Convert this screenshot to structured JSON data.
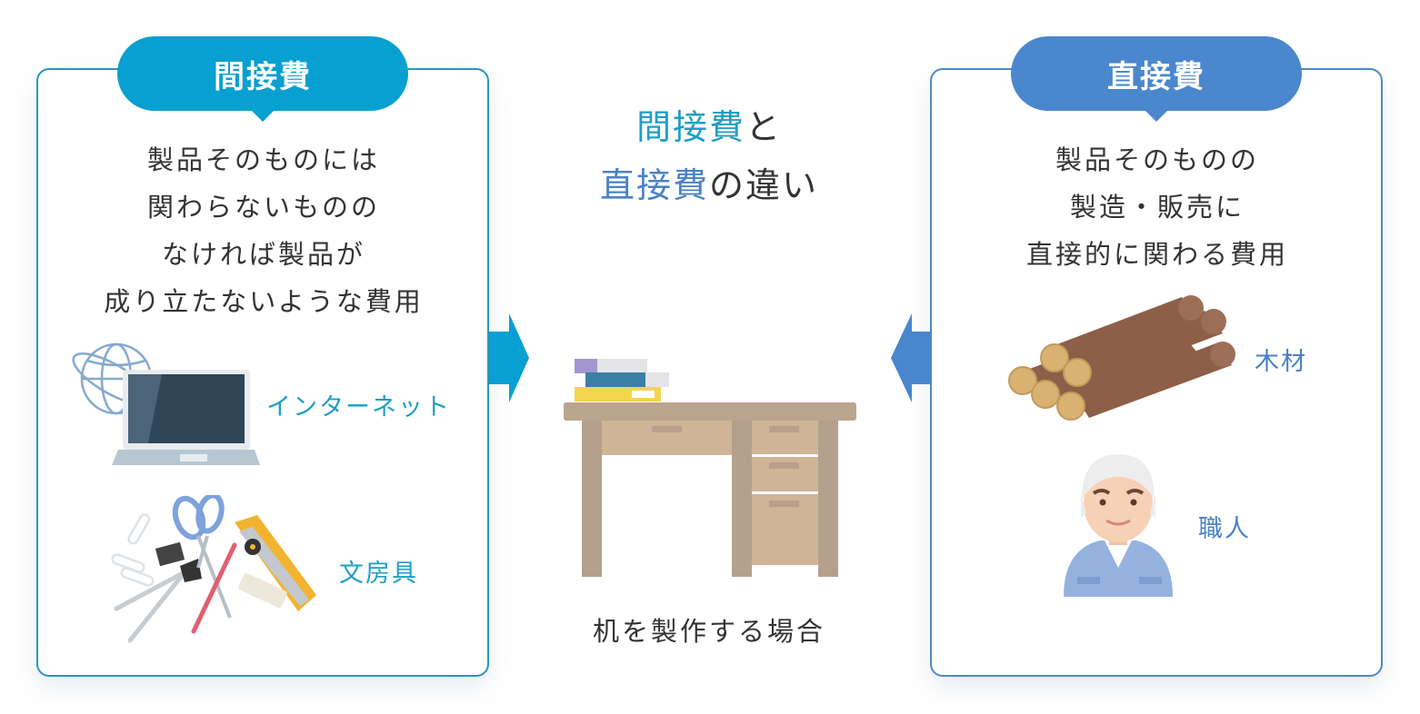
{
  "title": {
    "line1_highlight": "間接費",
    "line1_rest": "と",
    "line2_highlight": "直接費",
    "line2_rest": "の違い"
  },
  "center": {
    "caption": "机を製作する場合",
    "illustration": "desk-with-books"
  },
  "indirect_panel": {
    "badge": "間接費",
    "description": "製品そのものには\n関わらないものの\nなければ製品が\n成り立たないような費用",
    "items": [
      {
        "label": "インターネット",
        "icon": "laptop-globe"
      },
      {
        "label": "文房具",
        "icon": "stationery"
      }
    ],
    "color": "#08a0d0"
  },
  "direct_panel": {
    "badge": "直接費",
    "description": "製品そのものの\n製造・販売に\n直接的に関わる費用",
    "items": [
      {
        "label": "木材",
        "icon": "logs"
      },
      {
        "label": "職人",
        "icon": "craftsman"
      }
    ],
    "color": "#4a87cc"
  },
  "arrows": {
    "left_color": "#0a9fd1",
    "right_color": "#4a86cc"
  }
}
